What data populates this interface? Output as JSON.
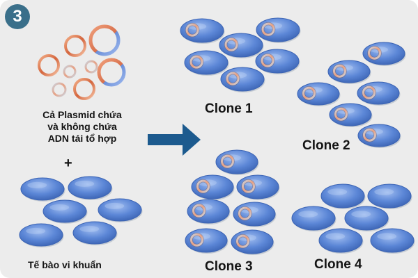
{
  "step": {
    "number": "3"
  },
  "plasmid_caption": {
    "line1": "Cả Plasmid chứa",
    "line2": "và không chứa",
    "line3": "ADN tái tổ hợp"
  },
  "plus": "+",
  "bacteria_caption": "Tế bào vi khuẩn",
  "clones": [
    {
      "label": "Clone 1",
      "has_plasmid": true
    },
    {
      "label": "Clone 2",
      "has_plasmid": true
    },
    {
      "label": "Clone 3",
      "has_plasmid": true
    },
    {
      "label": "Clone 4",
      "has_plasmid": false
    }
  ],
  "colors": {
    "background": "#ececec",
    "badge": "#3a6f8a",
    "cell_fill": "#5b86d6",
    "cell_stroke": "#3c64b4",
    "arrow": "#1c5a8e",
    "plasmid_ring": "#e07850"
  }
}
